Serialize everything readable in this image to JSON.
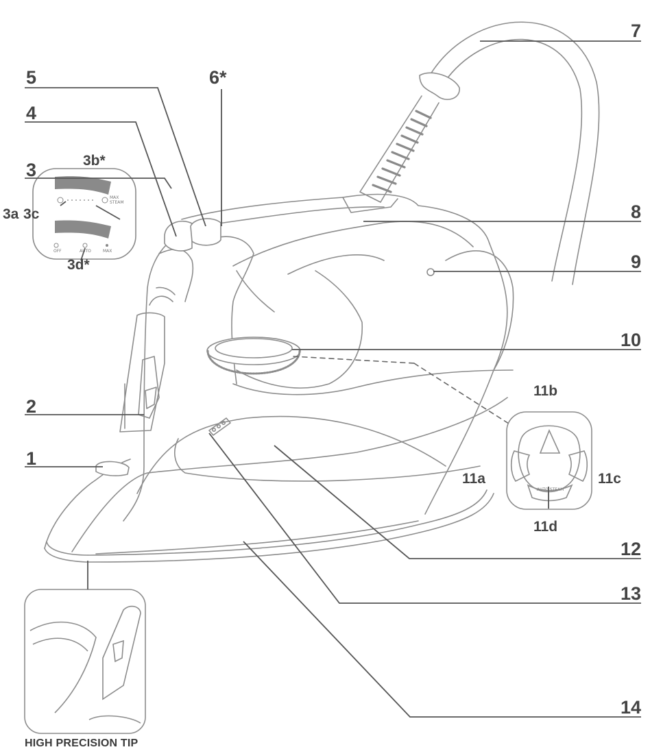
{
  "labels": {
    "n1": "1",
    "n2": "2",
    "n3": "3",
    "n3a": "3a",
    "n3b": "3b*",
    "n3c": "3c",
    "n3d": "3d*",
    "n4": "4",
    "n5": "5",
    "n6": "6*",
    "n7": "7",
    "n8": "8",
    "n9": "9",
    "n10": "10",
    "n11a": "11a",
    "n11b": "11b",
    "n11c": "11c",
    "n11d": "11d",
    "n12": "12",
    "n13": "13",
    "n14": "14"
  },
  "inset_caption": "HIGH PRECISION TIP",
  "dial_inset": {
    "top_marks": [
      "MAX",
      "STEAM"
    ],
    "bottom_marks": [
      "OFF",
      "AUTO",
      "MAX"
    ]
  },
  "control_pad": {
    "center_button": "AUTO STEAM"
  },
  "colors": {
    "outline": "#8c8c8c",
    "leader": "#555555",
    "label": "#444444",
    "grip": "#8a8a8a"
  }
}
